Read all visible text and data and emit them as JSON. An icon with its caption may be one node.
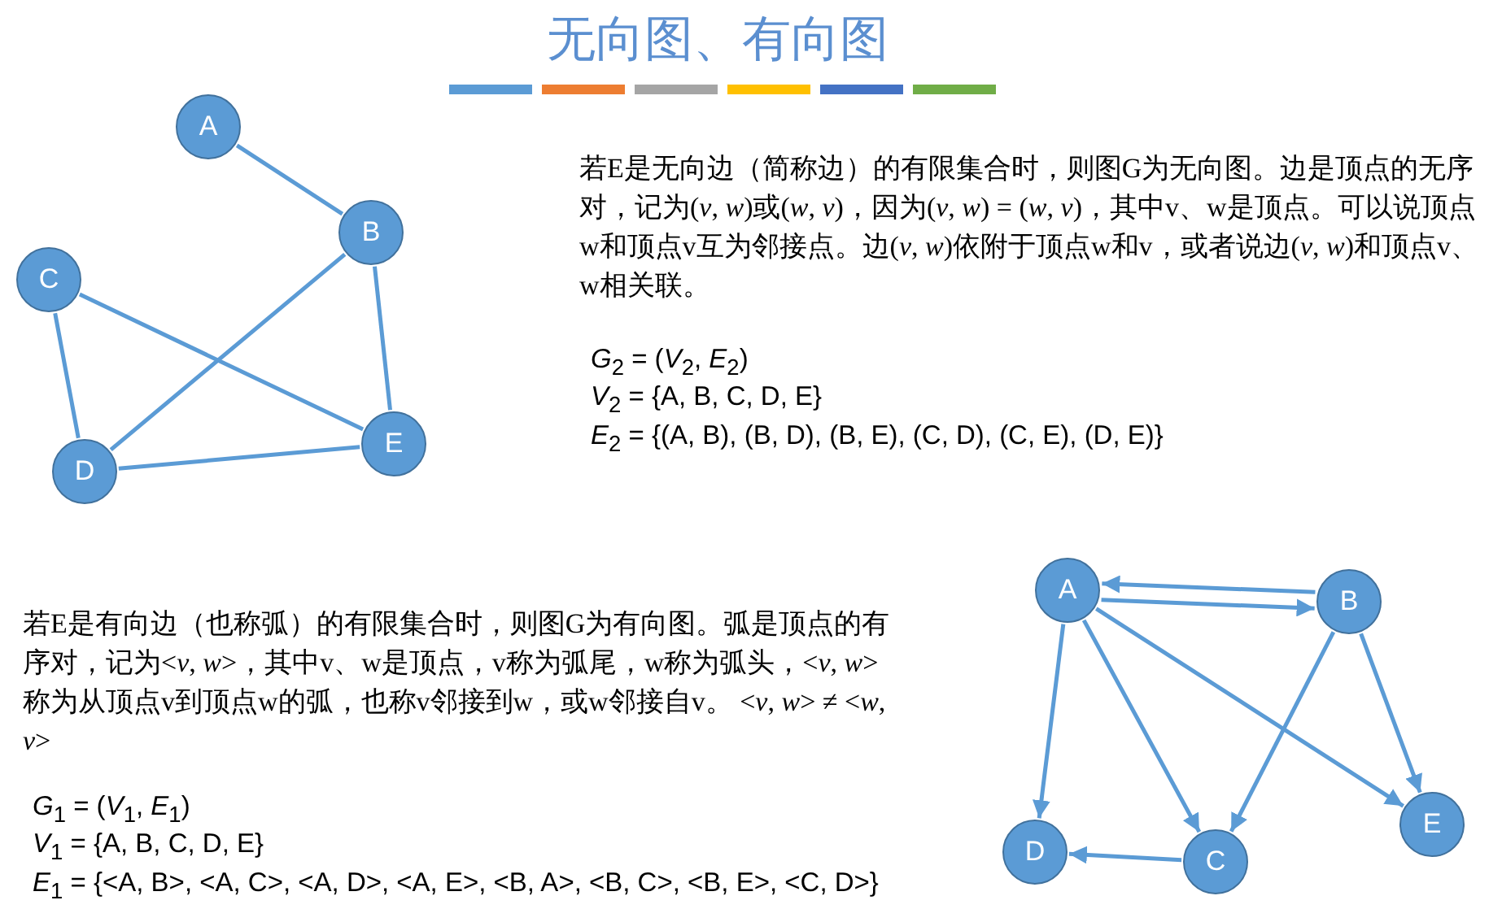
{
  "diagram": {
    "title": "无向图、有向图",
    "nodes": [
      {
        "text": [
          "A"
        ]
      },
      {
        "text": [
          "B"
        ]
      },
      {
        "text": [
          "C"
        ]
      },
      {
        "text": [
          "D"
        ]
      },
      {
        "text": [
          "E"
        ]
      },
      {
        "text": [
          "A"
        ]
      },
      {
        "text": [
          "B"
        ]
      },
      {
        "text": [
          "D"
        ]
      },
      {
        "text": [
          "C"
        ]
      },
      {
        "text": [
          "E"
        ]
      }
    ],
    "edges": [
      {
        "from": 0,
        "to": 1,
        "arrow": "none"
      },
      {
        "from": 1,
        "to": 3,
        "arrow": "none"
      },
      {
        "from": 1,
        "to": 4,
        "arrow": "none"
      },
      {
        "from": 2,
        "to": 3,
        "arrow": "none"
      },
      {
        "from": 2,
        "to": 4,
        "arrow": "none"
      },
      {
        "from": 3,
        "to": 4,
        "arrow": "none"
      },
      {
        "from": 5,
        "to": 6,
        "arrow": "to"
      },
      {
        "from": 6,
        "to": 5,
        "arrow": "to"
      },
      {
        "from": 5,
        "to": 8,
        "arrow": "to"
      },
      {
        "from": 5,
        "to": 7,
        "arrow": "to"
      },
      {
        "from": 5,
        "to": 9,
        "arrow": "to"
      },
      {
        "from": 6,
        "to": 8,
        "arrow": "to"
      },
      {
        "from": 6,
        "to": 9,
        "arrow": "to"
      },
      {
        "from": 8,
        "to": 7,
        "arrow": "to"
      }
    ],
    "labels": [
      "若E是无向边（简称边）的有限集合时，则图G为无向图。边是顶点的无序对，记为(*v*, *w*)或(*w*, *v*)，因为(*v*, *w*) = (*w*, *v*)，其中v、w是顶点。可以说顶点w和顶点v互为邻接点。边(*v*, *w*)依附于顶点w和v，或者说边(*v*, *w*)和顶点v、w相关联。",
      "*G*$_{2}$ = (*V*$_{2}$, *E*$_{2}$)",
      "*V*$_{2}$ = {A, B, C, D, E}",
      "*E*$_{2}$ = {(A, B), (B, D), (B, E), (C, D), (C, E), (D, E)}",
      "若E是有向边（也称弧）的有限集合时，则图G为有向图。弧是顶点的有序对，记为<*v*, *w*>，其中v、w是顶点，v称为弧尾，w称为弧头，<*v*, *w*>称为从顶点v到顶点w的弧，也称v邻接到w，或w邻接自v。 <*v*, *w*> ≠ <*w*, *v*>",
      "*G*$_{1}$ = (*V*$_{1}$, *E*$_{1}$)",
      "*V*$_{1}$ = {A, B, C, D, E}",
      "*E*$_{1}$ = {<A, B>, <A, C>, <A, D>, <A, E>, <B, A>, <B, C>, <B, E>, <C, D>}"
    ]
  }
}
